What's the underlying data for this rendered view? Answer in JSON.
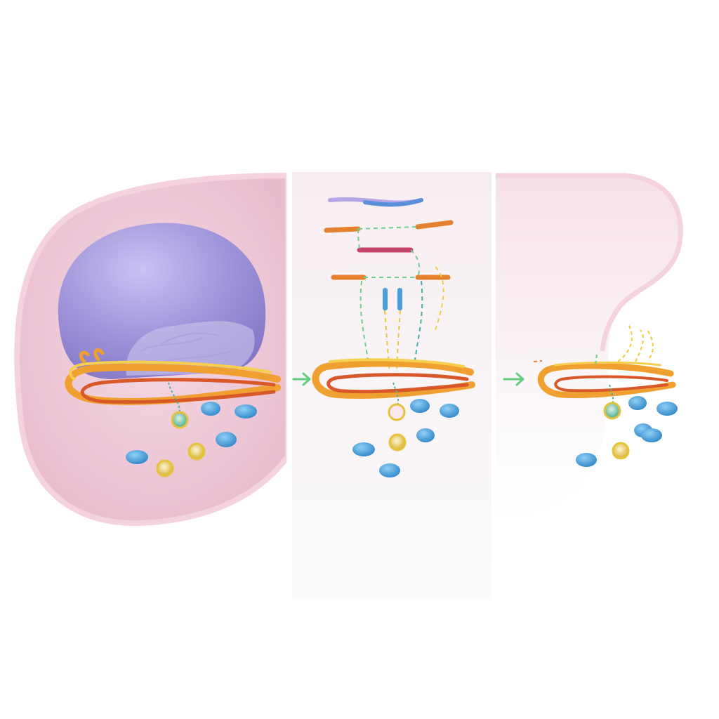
{
  "diagram": {
    "panels": [
      {
        "id": "panel-1",
        "stage": "nucleus-adjacent-golgi"
      },
      {
        "id": "panel-2",
        "stage": "protein-assembly"
      },
      {
        "id": "panel-3",
        "stage": "fragmented-golgi"
      }
    ],
    "arrows": [
      {
        "from": "panel-1",
        "to": "panel-2",
        "icon": "green-arrow-icon"
      },
      {
        "from": "panel-2",
        "to": "panel-3",
        "icon": "green-arrow-icon"
      }
    ],
    "colors": {
      "cell_fill": "#f1cfdc",
      "cell_edge": "#f6d3e0",
      "nucleus": "#9c93db",
      "golgi_orange": "#f0a030",
      "golgi_red": "#d9582a",
      "golgi_yellow": "#f7cf4e",
      "vesicle_blue": "#4a9fdc",
      "vesicle_gold": "#e6c23a",
      "arrow_green": "#5fcf7e",
      "divider": "#e9e9ee"
    },
    "icons": [
      "nucleus-icon",
      "golgi-stack-icon",
      "blue-vesicle-icon",
      "gold-vesicle-icon",
      "protein-rod-icon",
      "green-arrow-icon"
    ]
  }
}
